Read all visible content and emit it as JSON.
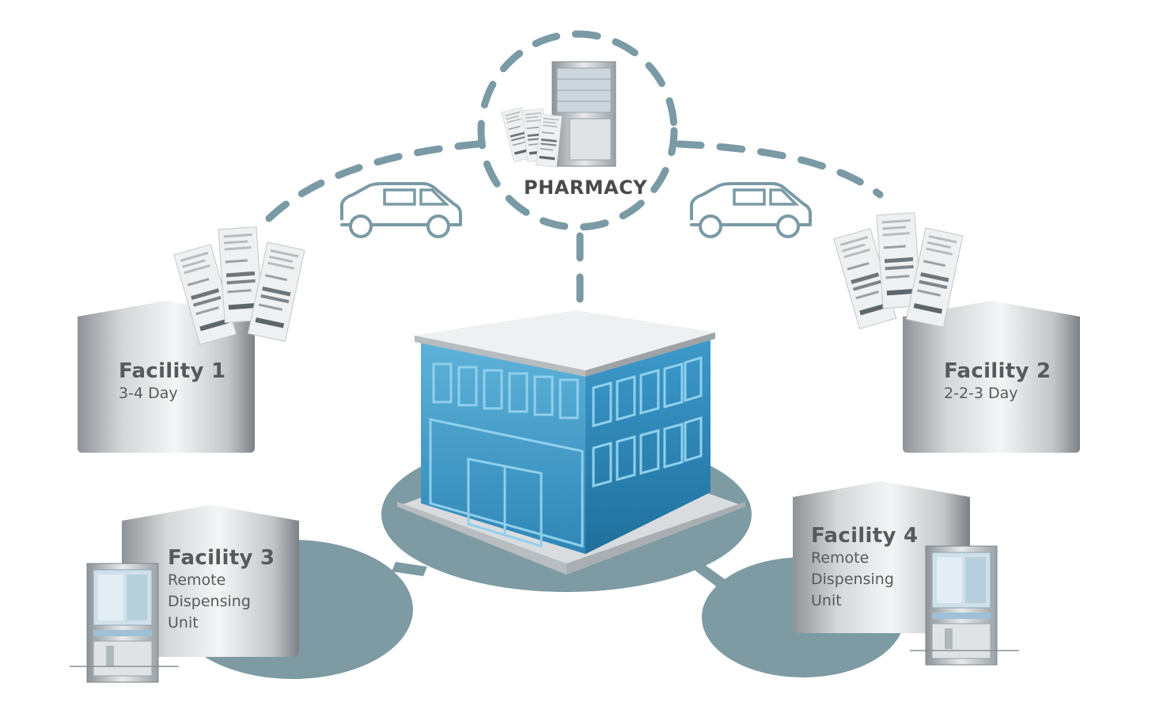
{
  "pharmacy": {
    "label": "PHARMACY"
  },
  "facilities": [
    {
      "title": "Facility 1",
      "line1": "3-4 Day",
      "line2": "",
      "line3": ""
    },
    {
      "title": "Facility 2",
      "line1": "2-2-3 Day",
      "line2": "",
      "line3": ""
    },
    {
      "title": "Facility 3",
      "line1": "Remote",
      "line2": "Dispensing",
      "line3": "Unit"
    },
    {
      "title": "Facility 4",
      "line1": "Remote",
      "line2": "Dispensing",
      "line3": "Unit"
    }
  ],
  "colors": {
    "route": "#7a9aa5",
    "hub_ellipse": "#7e9aa3",
    "building_blue": "#3b92bf",
    "building_dark": "#2a7aa6",
    "facility_gray": "#c9cbcd",
    "text": "#58595b"
  },
  "icons": [
    "van-icon",
    "dispensing-cabinet-icon",
    "medication-pack-icon",
    "hospital-building-icon"
  ]
}
